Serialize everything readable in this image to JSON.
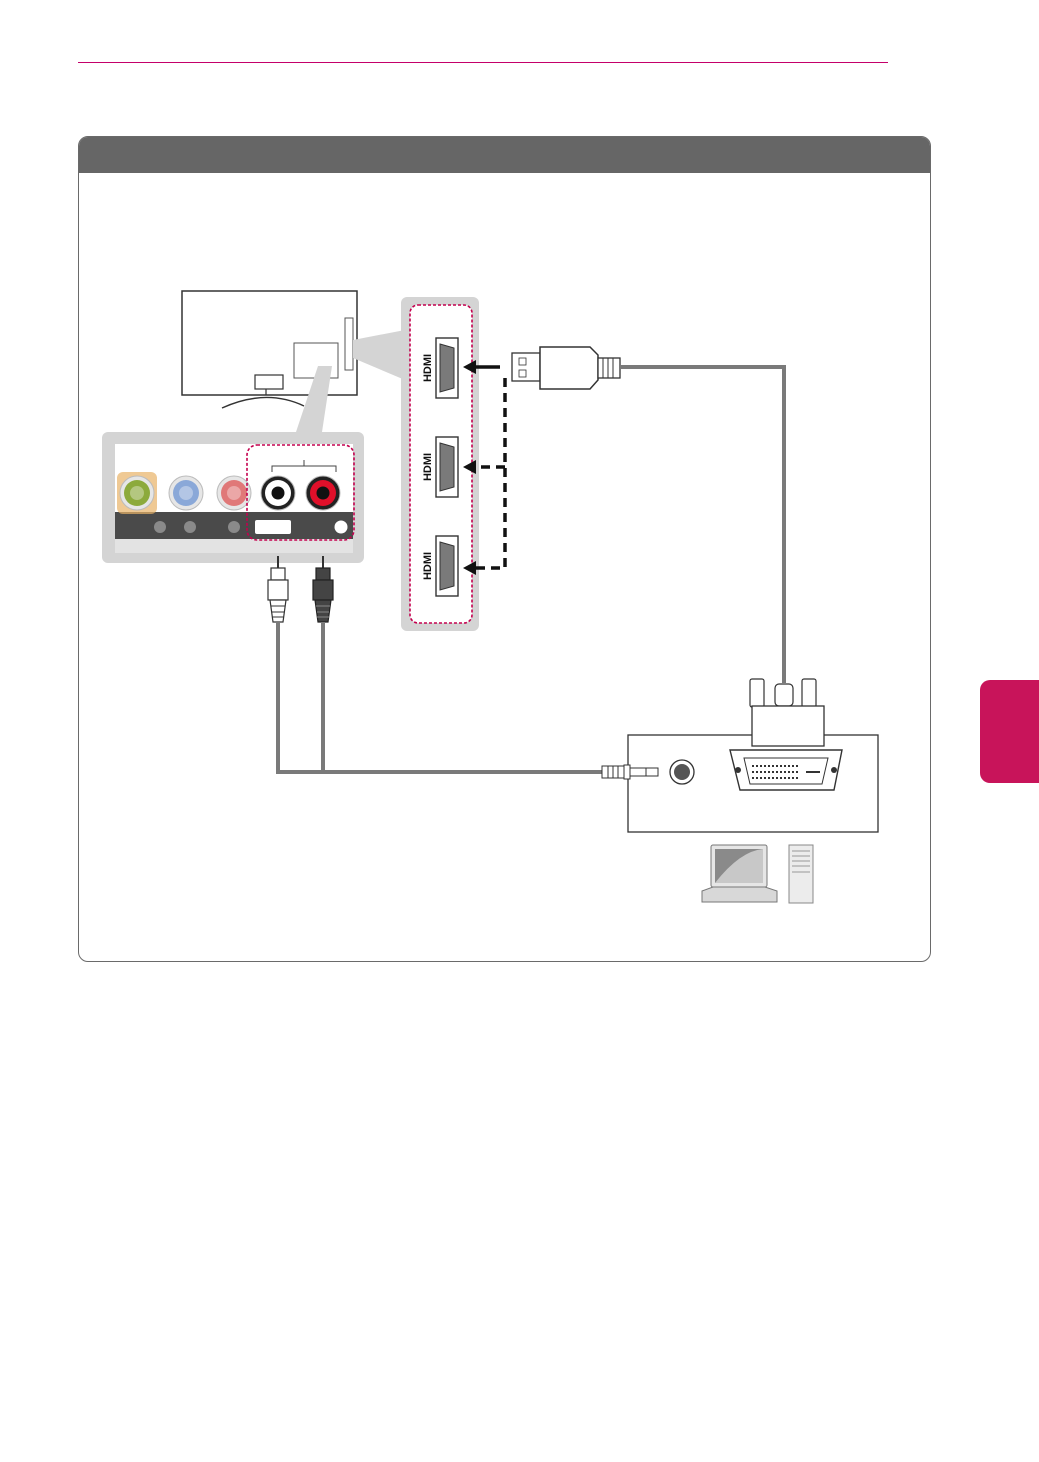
{
  "colors": {
    "accent": "#c8145a",
    "rule": "#c4006a",
    "header": "#666666",
    "cable": "#7a7a7a",
    "highlight_dash": "#c4004e",
    "panel_gray": "#d4d4d4"
  },
  "hdmi_ports": [
    {
      "label": "HDMI"
    },
    {
      "label": "HDMI"
    },
    {
      "label": "HDMI"
    }
  ],
  "av_jacks": [
    {
      "color": "#8caa3c",
      "ring": "#e8b266"
    },
    {
      "color": "#8aa8d8",
      "ring": "#c8d0dc"
    },
    {
      "color": "#e07878",
      "ring": "#d6c2c2"
    },
    {
      "color": "#ffffff",
      "ring": "#222222"
    },
    {
      "color": "#e0102a",
      "ring": "#222222"
    }
  ],
  "icons": [
    "tv-icon",
    "hdmi-port-icon",
    "hdmi-plug-icon",
    "rca-plug-icon",
    "dvi-plug-icon",
    "audio-jack-icon",
    "laptop-icon",
    "desktop-tower-icon"
  ]
}
